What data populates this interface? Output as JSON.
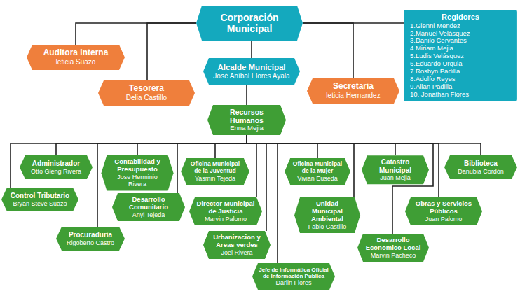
{
  "diagram": {
    "nodes": [
      {
        "text": [
          "Corporación Municipal"
        ]
      },
      {
        "text": [
          "Auditora Interna",
          "leticia Suazo"
        ]
      },
      {
        "text": [
          "Alcalde Municipal",
          "José Aníbal Flores Ayala"
        ]
      },
      {
        "text": [
          "Regidores",
          "1.Gienni Mendez",
          "2.Manuel Velásquez",
          "3.Danilo Cervantes",
          "4.Miriam Mejia",
          "5.Ludis Velásquez",
          "6.Eduardo Urquia",
          "7.Rosbyn Padilla",
          "8.Adolfo Reyes",
          "9.Allan Padilla",
          "10. Jonathan Flores"
        ]
      },
      {
        "text": [
          "Tesorera",
          "Delia Castillo"
        ]
      },
      {
        "text": [
          "Secretaria",
          "leticia Hernandez"
        ]
      },
      {
        "text": [
          "Recursos Humanos",
          "Enna Mejia"
        ]
      },
      {
        "text": [
          "Administrador",
          "Otto Gleng Rivera"
        ]
      },
      {
        "text": [
          "Control Tributario",
          "Bryan Steve Suazo"
        ]
      },
      {
        "text": [
          "Procuraduria",
          "Rigoberto Castro"
        ]
      },
      {
        "text": [
          "Contabilidad y Presupuesto",
          "Jose Herminio Rivera"
        ]
      },
      {
        "text": [
          "Desarrollo Comunitario",
          "Anyi Tejeda"
        ]
      },
      {
        "text": [
          "Oficina Municipal de la Juventud",
          "Yasmin Tejeda"
        ]
      },
      {
        "text": [
          "Director Municipal de Justicia",
          "Marvin Palomo"
        ]
      },
      {
        "text": [
          "Urbanizacion y Areas verdes",
          "Joel Rivera"
        ]
      },
      {
        "text": [
          "Jefe de Informática Oficial de Información Publica",
          "Darlin Flores"
        ]
      },
      {
        "text": [
          "Oficina Municipal de la Mujer",
          "Vivian Euseda"
        ]
      },
      {
        "text": [
          "Unidad Municipal Ambiental",
          "Fabio Castillo"
        ]
      },
      {
        "text": [
          "Catastro Municipal",
          "Juan Mejia"
        ]
      },
      {
        "text": [
          "Desarrollo Economico Local",
          "Marvin Pacheco"
        ]
      },
      {
        "text": [
          "Obras y Servicios Públicos",
          "Juan Palomo"
        ]
      },
      {
        "text": [
          "Biblioteca",
          "Danubia Cordón"
        ]
      }
    ],
    "edges": [
      {
        "from": 0,
        "to": 1,
        "arrow": "none"
      },
      {
        "from": 0,
        "to": 2,
        "arrow": "none"
      },
      {
        "from": 0,
        "to": 3,
        "arrow": "none"
      },
      {
        "from": 0,
        "to": 4,
        "arrow": "none"
      },
      {
        "from": 0,
        "to": 5,
        "arrow": "none"
      },
      {
        "from": 2,
        "to": 6,
        "arrow": "none"
      },
      {
        "from": 6,
        "to": 7,
        "arrow": "none"
      },
      {
        "from": 6,
        "to": 8,
        "arrow": "none"
      },
      {
        "from": 6,
        "to": 9,
        "arrow": "none"
      },
      {
        "from": 6,
        "to": 10,
        "arrow": "none"
      },
      {
        "from": 6,
        "to": 11,
        "arrow": "none"
      },
      {
        "from": 6,
        "to": 12,
        "arrow": "none"
      },
      {
        "from": 6,
        "to": 13,
        "arrow": "none"
      },
      {
        "from": 6,
        "to": 14,
        "arrow": "none"
      },
      {
        "from": 6,
        "to": 15,
        "arrow": "none"
      },
      {
        "from": 6,
        "to": 16,
        "arrow": "none"
      },
      {
        "from": 6,
        "to": 17,
        "arrow": "none"
      },
      {
        "from": 6,
        "to": 18,
        "arrow": "none"
      },
      {
        "from": 6,
        "to": 19,
        "arrow": "none"
      },
      {
        "from": 6,
        "to": 20,
        "arrow": "none"
      },
      {
        "from": 6,
        "to": 21,
        "arrow": "none"
      }
    ]
  }
}
